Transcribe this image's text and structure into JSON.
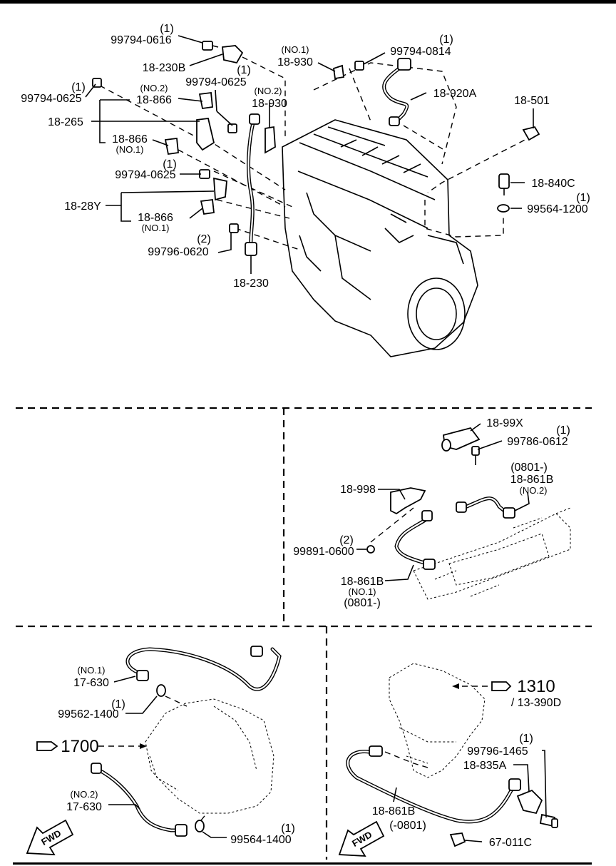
{
  "top": {
    "l1": {
      "qty": "(1)",
      "pn": "99794-0616"
    },
    "l2": {
      "pn": "18-230B"
    },
    "l3": {
      "qty": "(1)",
      "pn": "99794-0625"
    },
    "l4": {
      "qty": "(1)",
      "pn": "99794-0625"
    },
    "l5": {
      "note": "(NO.2)",
      "pn": "18-866"
    },
    "l6": {
      "pn": "18-265"
    },
    "l7": {
      "pn": "18-866",
      "note": "(NO.1)"
    },
    "l8": {
      "note": "(NO.2)",
      "pn": "18-930"
    },
    "l9": {
      "note": "(NO.1)",
      "pn": "18-930"
    },
    "l10": {
      "qty": "(1)",
      "pn": "99794-0814"
    },
    "l11": {
      "pn": "18-920A"
    },
    "l12": {
      "pn": "18-501"
    },
    "l13": {
      "pn": "18-840C"
    },
    "l14": {
      "qty": "(1)",
      "pn": "99564-1200"
    },
    "l15": {
      "qty": "(1)",
      "pn": "99794-0625"
    },
    "l16": {
      "pn": "18-28Y"
    },
    "l17": {
      "pn": "18-866",
      "note": "(NO.1)"
    },
    "l18": {
      "qty": "(2)",
      "pn": "99796-0620"
    },
    "l19": {
      "pn": "18-230"
    }
  },
  "mid": {
    "m1": {
      "pn": "18-99X"
    },
    "m2": {
      "qty": "(1)",
      "pn": "99786-0612"
    },
    "m3": {
      "date": "(0801-)",
      "pn": "18-861B",
      "note": "(NO.2)"
    },
    "m4": {
      "pn": "18-998"
    },
    "m5": {
      "qty": "(2)",
      "pn": "99891-0600"
    },
    "m6": {
      "pn": "18-861B",
      "note": "(NO.1)",
      "date": "(0801-)"
    }
  },
  "bl": {
    "b1": {
      "note": "(NO.1)",
      "pn": "17-630"
    },
    "b2": {
      "qty": "(1)",
      "pn": "99562-1400"
    },
    "b3": {
      "ref": "1700"
    },
    "b4": {
      "note": "(NO.2)",
      "pn": "17-630"
    },
    "b5": {
      "qty": "(1)",
      "pn": "99564-1400"
    },
    "fwd": "FWD"
  },
  "br": {
    "r1": {
      "ref": "1310",
      "sub": "/ 13-390D"
    },
    "r2": {
      "qty": "(1)",
      "pn": "99796-1465"
    },
    "r3": {
      "pn": "18-835A"
    },
    "r4": {
      "pn": "18-861B",
      "date": "(-0801)"
    },
    "r5": {
      "pn": "67-011C"
    },
    "fwd": "FWD"
  }
}
